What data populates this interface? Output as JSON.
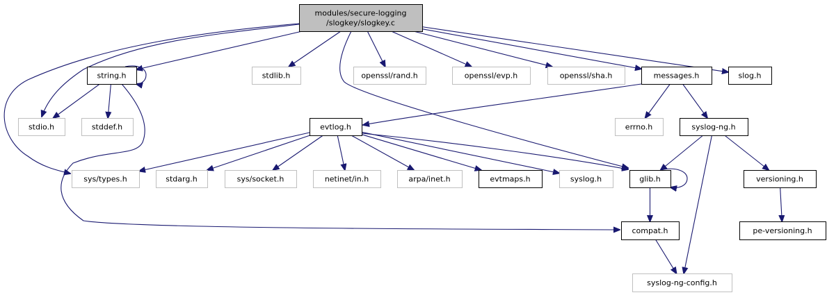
{
  "colors": {
    "edge": "#191970",
    "root_fill": "#bfbfbf",
    "documented_border": "#000000",
    "undocumented_border": "#bfbfbf"
  },
  "nodes": [
    {
      "id": "root",
      "lines": [
        "modules/secure-logging",
        "/slogkey/slogkey.c"
      ],
      "kind": "root"
    },
    {
      "id": "string",
      "lines": [
        "string.h"
      ],
      "kind": "documented"
    },
    {
      "id": "stdlib",
      "lines": [
        "stdlib.h"
      ],
      "kind": "external"
    },
    {
      "id": "rand",
      "lines": [
        "openssl/rand.h"
      ],
      "kind": "external"
    },
    {
      "id": "evp",
      "lines": [
        "openssl/evp.h"
      ],
      "kind": "external"
    },
    {
      "id": "sha",
      "lines": [
        "openssl/sha.h"
      ],
      "kind": "external"
    },
    {
      "id": "messages",
      "lines": [
        "messages.h"
      ],
      "kind": "documented"
    },
    {
      "id": "slog",
      "lines": [
        "slog.h"
      ],
      "kind": "documented"
    },
    {
      "id": "stdio",
      "lines": [
        "stdio.h"
      ],
      "kind": "external"
    },
    {
      "id": "stddef",
      "lines": [
        "stddef.h"
      ],
      "kind": "external"
    },
    {
      "id": "evtlog",
      "lines": [
        "evtlog.h"
      ],
      "kind": "documented"
    },
    {
      "id": "errno",
      "lines": [
        "errno.h"
      ],
      "kind": "external"
    },
    {
      "id": "syslogng",
      "lines": [
        "syslog-ng.h"
      ],
      "kind": "documented"
    },
    {
      "id": "systypes",
      "lines": [
        "sys/types.h"
      ],
      "kind": "external"
    },
    {
      "id": "stdarg",
      "lines": [
        "stdarg.h"
      ],
      "kind": "external"
    },
    {
      "id": "syssocket",
      "lines": [
        "sys/socket.h"
      ],
      "kind": "external"
    },
    {
      "id": "netinet",
      "lines": [
        "netinet/in.h"
      ],
      "kind": "external"
    },
    {
      "id": "arpa",
      "lines": [
        "arpa/inet.h"
      ],
      "kind": "external"
    },
    {
      "id": "evtmaps",
      "lines": [
        "evtmaps.h"
      ],
      "kind": "documented"
    },
    {
      "id": "syslog",
      "lines": [
        "syslog.h"
      ],
      "kind": "external"
    },
    {
      "id": "glib",
      "lines": [
        "glib.h"
      ],
      "kind": "documented"
    },
    {
      "id": "versioning",
      "lines": [
        "versioning.h"
      ],
      "kind": "documented"
    },
    {
      "id": "compat",
      "lines": [
        "compat.h"
      ],
      "kind": "documented"
    },
    {
      "id": "peversioning",
      "lines": [
        "pe-versioning.h"
      ],
      "kind": "documented"
    },
    {
      "id": "config",
      "lines": [
        "syslog-ng-config.h"
      ],
      "kind": "external"
    }
  ],
  "edges": [
    [
      "root",
      "stdio"
    ],
    [
      "root",
      "systypes"
    ],
    [
      "root",
      "string"
    ],
    [
      "root",
      "stdlib"
    ],
    [
      "root",
      "rand"
    ],
    [
      "root",
      "evp"
    ],
    [
      "root",
      "sha"
    ],
    [
      "root",
      "messages"
    ],
    [
      "root",
      "slog"
    ],
    [
      "root",
      "glib"
    ],
    [
      "string",
      "string"
    ],
    [
      "string",
      "stdio"
    ],
    [
      "string",
      "stddef"
    ],
    [
      "string",
      "compat"
    ],
    [
      "messages",
      "evtlog"
    ],
    [
      "messages",
      "errno"
    ],
    [
      "messages",
      "syslogng"
    ],
    [
      "evtlog",
      "systypes"
    ],
    [
      "evtlog",
      "stdarg"
    ],
    [
      "evtlog",
      "syssocket"
    ],
    [
      "evtlog",
      "netinet"
    ],
    [
      "evtlog",
      "arpa"
    ],
    [
      "evtlog",
      "evtmaps"
    ],
    [
      "evtlog",
      "syslog"
    ],
    [
      "evtlog",
      "glib"
    ],
    [
      "syslogng",
      "glib"
    ],
    [
      "syslogng",
      "config"
    ],
    [
      "syslogng",
      "versioning"
    ],
    [
      "glib",
      "glib"
    ],
    [
      "glib",
      "compat"
    ],
    [
      "versioning",
      "peversioning"
    ],
    [
      "compat",
      "config"
    ]
  ]
}
